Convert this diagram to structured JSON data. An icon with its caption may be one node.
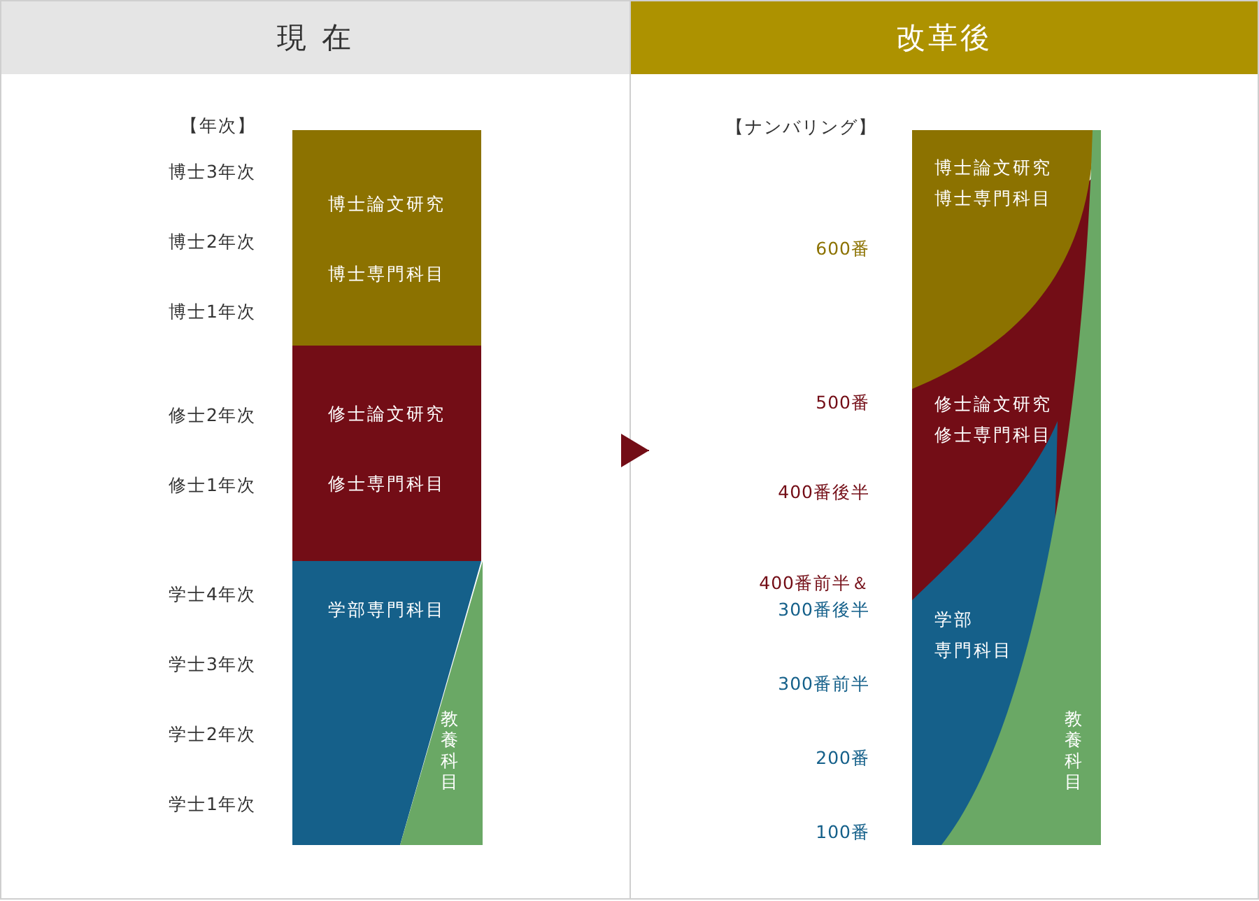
{
  "diagram": {
    "nodes": [
      {
        "text": [
          "現 在"
        ]
      },
      {
        "text": [
          "改革後"
        ]
      },
      {
        "text": [
          "博士論文研究",
          "博士専門科目"
        ],
        "in": 0
      },
      {
        "text": [
          "修士論文研究",
          "修士専門科目"
        ],
        "in": 0
      },
      {
        "text": [
          "学部専門科目"
        ],
        "in": 0
      },
      {
        "text": [
          "教養科目"
        ],
        "in": 0
      },
      {
        "text": [
          "博士論文研究",
          "博士専門科目"
        ],
        "in": 1
      },
      {
        "text": [
          "修士論文研究",
          "修士専門科目"
        ],
        "in": 1
      },
      {
        "text": [
          "学部",
          "専門科目"
        ],
        "in": 1
      },
      {
        "text": [
          "教養科目"
        ],
        "in": 1
      }
    ],
    "edges": [
      {
        "from": 0,
        "to": 1,
        "arrow": "to"
      }
    ],
    "labels": [
      "【年次】",
      "博士3年次",
      "博士2年次",
      "博士1年次",
      "修士2年次",
      "修士1年次",
      "学士4年次",
      "学士3年次",
      "学士2年次",
      "学士1年次",
      "【ナンバリング】",
      "600番",
      "500番",
      "400番後半",
      "400番前半＆",
      "300番後半",
      "300番前半",
      "200番",
      "100番"
    ]
  }
}
